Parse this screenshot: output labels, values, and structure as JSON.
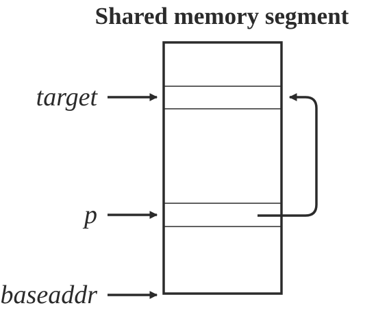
{
  "title": "Shared memory segment",
  "labels": {
    "target": "target",
    "p": "p",
    "baseaddr": "baseaddr"
  },
  "colors": {
    "ink": "#2b2b2b",
    "background": "#ffffff"
  }
}
